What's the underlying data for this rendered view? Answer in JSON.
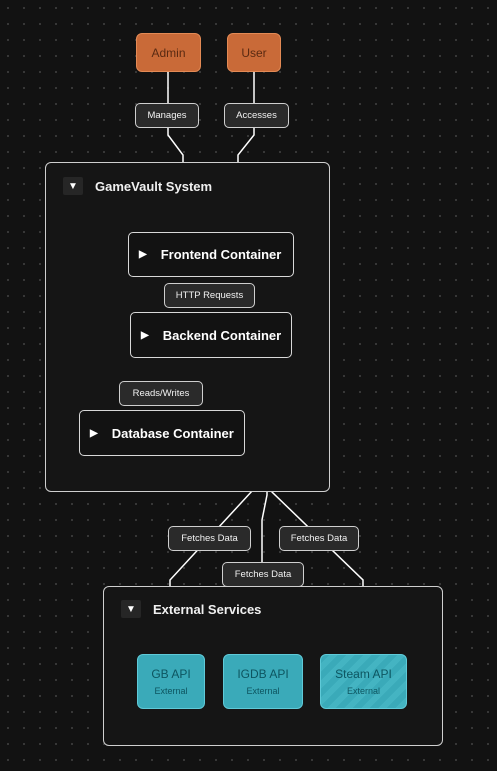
{
  "actors": {
    "admin": "Admin",
    "user": "User"
  },
  "groups": {
    "system": {
      "title": "GameVault System",
      "toggle": "▼"
    },
    "external": {
      "title": "External Services",
      "toggle": "▼"
    }
  },
  "containers": {
    "frontend": {
      "label": "Frontend Container",
      "toggle": "▶"
    },
    "backend": {
      "label": "Backend Container",
      "toggle": "▶"
    },
    "database": {
      "label": "Database Container",
      "toggle": "▶"
    }
  },
  "external_services": {
    "gb": {
      "name": "GB API",
      "type": "External"
    },
    "igdb": {
      "name": "IGDB API",
      "type": "External"
    },
    "steam": {
      "name": "Steam API",
      "type": "External"
    }
  },
  "edges": {
    "manages": "Manages",
    "accesses": "Accesses",
    "http": "HTTP Requests",
    "reads_writes": "Reads/Writes",
    "fetch_gb": "Fetches Data",
    "fetch_igdb": "Fetches Data",
    "fetch_steam": "Fetches Data"
  },
  "colors": {
    "actor": "#c96a38",
    "external": "#3aaab9",
    "edge": "#ffffff",
    "background": "#121212"
  }
}
